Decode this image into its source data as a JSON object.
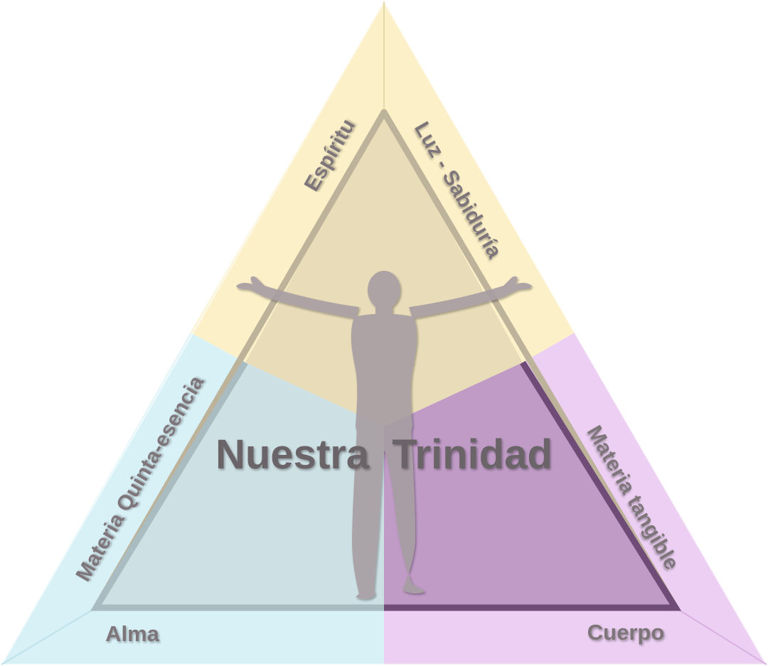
{
  "diagram": {
    "title": "Nuestra  Trinidad",
    "labels": {
      "espiritu": "Espíritu",
      "luz_sabiduria": "Luz - Sabiduría",
      "materia_quinta_esencia": "Materia Quinta-esencia",
      "materia_tangible": "Materia tangible",
      "alma": "Alma",
      "cuerpo": "Cuerpo"
    },
    "colors": {
      "top_outer": "#fbf0c8",
      "top_inner": "#e8dcb9",
      "left_outer": "#d8f1f7",
      "left_inner": "#cde0e4",
      "right_outer": "#eccff2",
      "right_inner": "#bf9bc6",
      "figure": "#a89ea3",
      "text": "#7d7479"
    }
  }
}
